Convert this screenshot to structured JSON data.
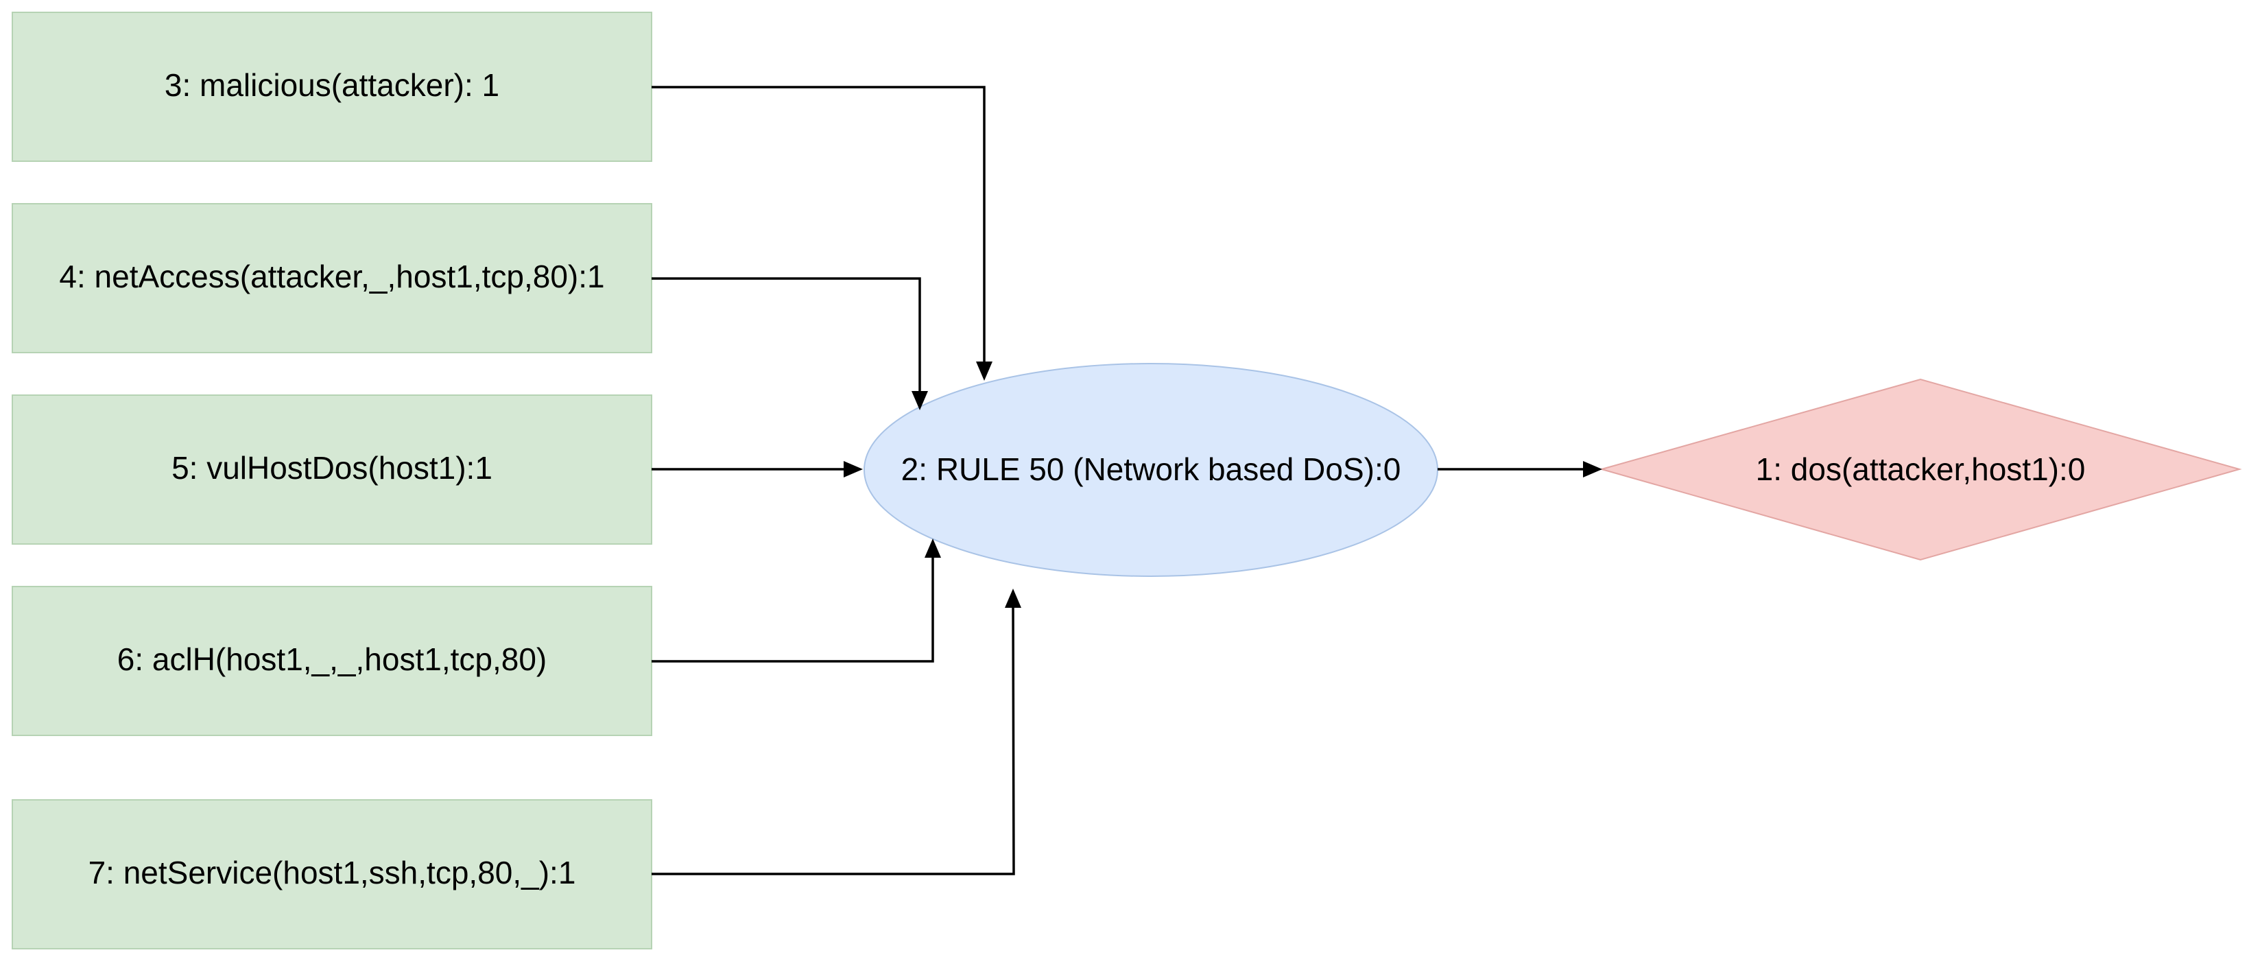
{
  "nodes": {
    "fact_3": "3: malicious(attacker): 1",
    "fact_4": "4: netAccess(attacker,_,host1,tcp,80):1",
    "fact_5": "5: vulHostDos(host1):1",
    "fact_6": "6: aclH(host1,_,_,host1,tcp,80)",
    "fact_7": "7: netService(host1,ssh,tcp,80,_):1",
    "rule_2": "2: RULE 50 (Network based DoS):0",
    "goal_1": "1: dos(attacker,host1):0"
  },
  "colors": {
    "fact_fill": "#d5e8d4",
    "rule_fill": "#dae8fc",
    "goal_fill": "#f8cecc",
    "edge": "#000000"
  }
}
